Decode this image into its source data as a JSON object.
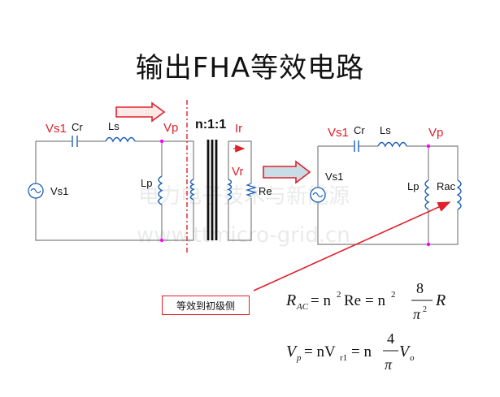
{
  "title": "输出FHA等效电路",
  "left_circuit": {
    "source_top_label": "Vs1",
    "cr_label": "Cr",
    "ls_label": "Ls",
    "vp_label": "Vp",
    "source_label": "Vs1",
    "lp_label": "Lp",
    "ratio_label": "n:1:1",
    "ir_label": "Ir",
    "vr_label": "Vr",
    "re_label": "Re"
  },
  "right_circuit": {
    "source_top_label": "Vs1",
    "cr_label": "Cr",
    "ls_label": "Ls",
    "vp_label": "Vp",
    "source_label": "Vs1",
    "lp_label": "Lp",
    "rac_label": "Rac"
  },
  "watermark": {
    "line1": "电力电子技术与新能源",
    "line2": "www.ttmicro-grid.cn"
  },
  "note": "等效到初级侧",
  "formula1": {
    "lhs": "R",
    "lhs_sub": "AC",
    "eq1": "= n",
    "sup1": "2",
    "re": "Re",
    "eq2": "= n",
    "sup2": "2",
    "numerator": "8",
    "denominator": "π",
    "den_sup": "2",
    "tail": "R"
  },
  "formula2": {
    "lhs": "V",
    "lhs_sub": "p",
    "eq1": "= nV",
    "sub1": "r1",
    "eq2": "= n",
    "numerator": "4",
    "denominator": "π",
    "tail": "V",
    "tail_sub": "o"
  },
  "colors": {
    "red": "#e0202a",
    "coil_blue": "#1a5fb4",
    "wire_gray": "#808080",
    "arrow_fill": "#c8dde6",
    "dot_magenta": "#ff00ff"
  }
}
